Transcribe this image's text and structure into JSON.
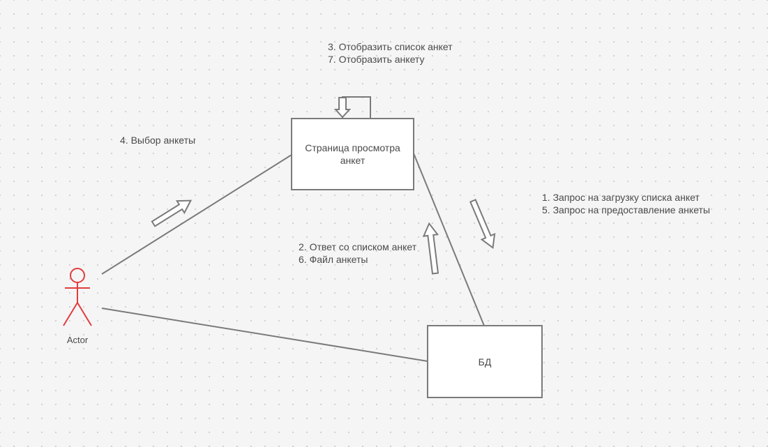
{
  "boxes": {
    "page": "Страница просмотра анкет",
    "db": "БД"
  },
  "actor": {
    "label": "Actor",
    "color": "#e23c3c"
  },
  "notes": {
    "display": [
      "3. Отобразить список анкет",
      "7. Отобразить анкету"
    ],
    "select": [
      "4. Выбор анкеты"
    ],
    "request": [
      "1. Запрос на загрузку списка анкет",
      "5. Запрос на предоставление анкеты"
    ],
    "response": [
      "2. Ответ со списком анкет",
      "6. Файл анкеты"
    ]
  },
  "colors": {
    "line": "#7a7a7a",
    "text": "#4a4a4a",
    "background": "#f5f5f6"
  }
}
